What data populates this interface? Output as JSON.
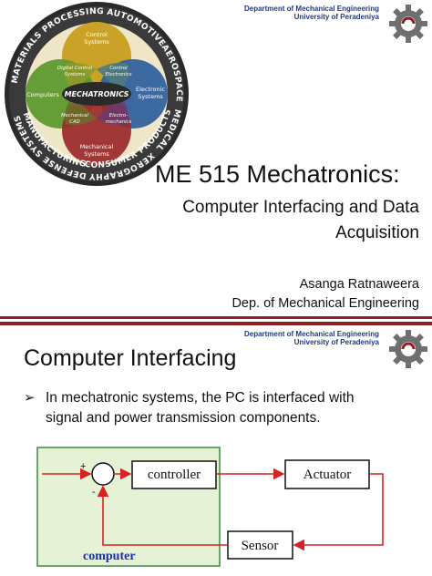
{
  "header": {
    "department_line1": "Department of Mechanical Engineering",
    "department_line2": "University of Peradeniya"
  },
  "colors": {
    "divider": "#8e1f1f",
    "department_text": "#1f3b7a",
    "computer_box": "#e5f2d5",
    "computer_box_border": "#3e8a3e",
    "signal_line": "#d62222",
    "computer_label": "#1b2fa8"
  },
  "slide1": {
    "logo": {
      "ring_words": [
        "AUTOMOTIVE",
        "AEROSPACE",
        "MEDICAL",
        "XEROGRAPHY",
        "DEFENSE SYSTEMS",
        "CONSUMER PRODUCTS",
        "MANUFACTURING",
        "MATERIALS PROCESSING"
      ],
      "center": "MECHATRONICS",
      "circles": {
        "top_line1": "Control",
        "top_line2": "Systems",
        "left": "Computers",
        "right_line1": "Electronic",
        "right_line2": "Systems",
        "bottom_line1": "Mechanical",
        "bottom_line2": "Systems"
      },
      "overlaps": {
        "tl_line1": "Digital Control",
        "tl_line2": "Systems",
        "tr_line1": "Control",
        "tr_line2": "Electronics",
        "bl_line1": "Mechanical",
        "bl_line2": "CAD",
        "br_line1": "Electro-",
        "br_line2": "mechanics"
      }
    },
    "title": "ME 515 Mechatronics:",
    "subtitle_line1": "Computer Interfacing and Data",
    "subtitle_line2": "Acquisition",
    "author_name": "Asanga Ratnaweera",
    "author_dept": "Dep. of Mechanical Engineering"
  },
  "slide2": {
    "title": "Computer Interfacing",
    "bullet_line1": "In mechatronic systems, the PC is interfaced with",
    "bullet_line2": "signal and power transmission components.",
    "diagram": {
      "plus": "+",
      "minus": "-",
      "controller": "controller",
      "actuator": "Actuator",
      "sensor": "Sensor",
      "computer": "computer"
    }
  }
}
